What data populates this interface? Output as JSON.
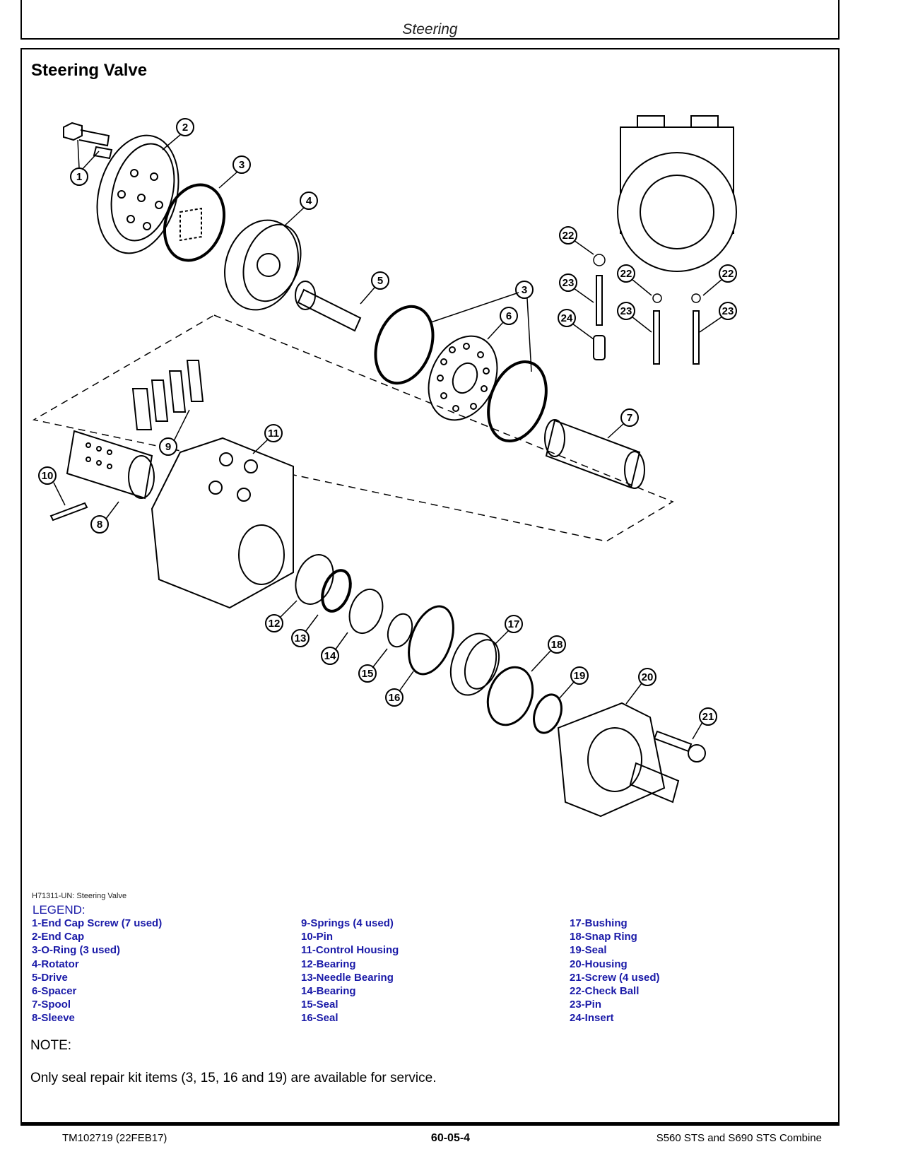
{
  "header": {
    "running_title": "Steering"
  },
  "section": {
    "title": "Steering Valve"
  },
  "figure": {
    "caption": "H71311-UN: Steering Valve",
    "callouts": [
      "1",
      "2",
      "3",
      "4",
      "5",
      "3",
      "6",
      "7",
      "8",
      "9",
      "10",
      "11",
      "12",
      "13",
      "14",
      "15",
      "16",
      "17",
      "18",
      "19",
      "20",
      "21",
      "22",
      "22",
      "22",
      "23",
      "23",
      "23",
      "24"
    ]
  },
  "legend": {
    "title": "LEGEND:",
    "columns": [
      [
        "1-End Cap Screw (7 used)",
        "2-End Cap",
        "3-O-Ring (3 used)",
        "4-Rotator",
        "5-Drive",
        "6-Spacer",
        "7-Spool",
        "8-Sleeve"
      ],
      [
        "9-Springs (4 used)",
        "10-Pin",
        "11-Control Housing",
        "12-Bearing",
        "13-Needle Bearing",
        "14-Bearing",
        "15-Seal",
        "16-Seal"
      ],
      [
        "17-Bushing",
        "18-Snap Ring",
        "19-Seal",
        "20-Housing",
        "21-Screw (4 used)",
        "22-Check Ball",
        "23-Pin",
        "24-Insert"
      ]
    ]
  },
  "note": {
    "label": "NOTE:",
    "text": "Only seal repair kit items (3, 15, 16 and 19) are available for service."
  },
  "footer": {
    "doc_id": "TM102719 (22FEB17)",
    "page": "60-05-4",
    "model": "S560 STS and S690 STS Combine"
  }
}
